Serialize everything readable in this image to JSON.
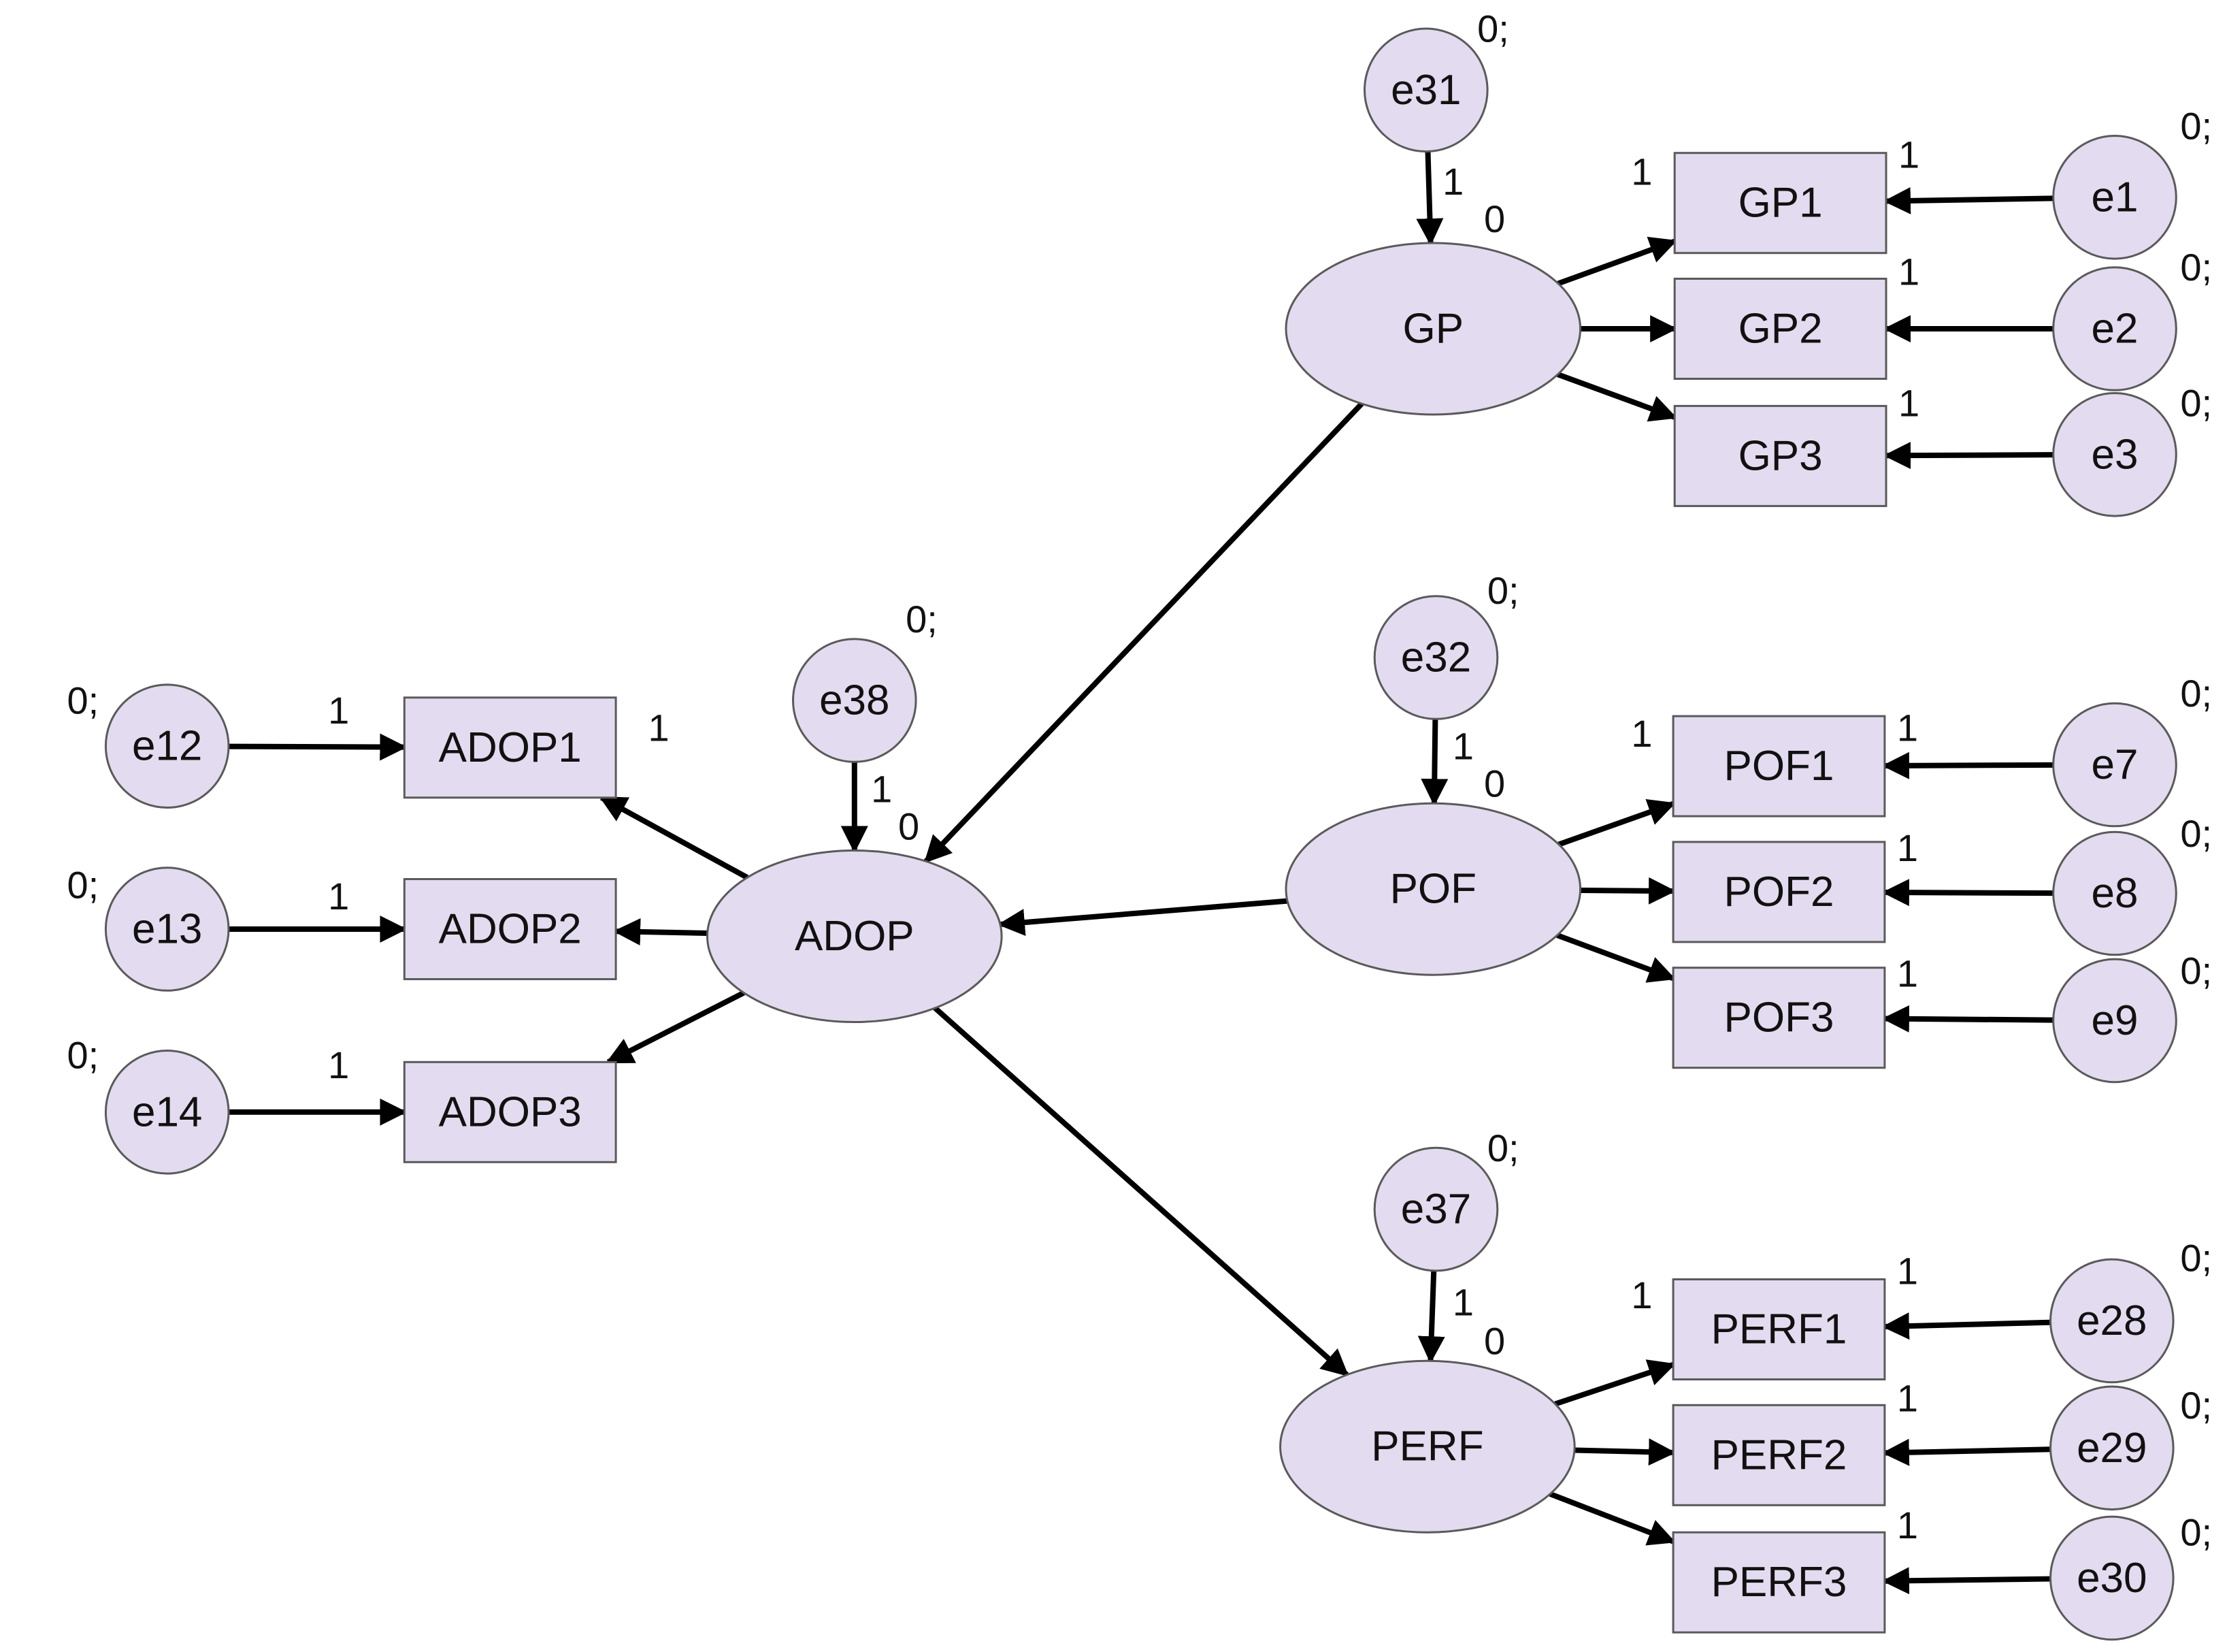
{
  "nodes": {
    "GP": "GP",
    "POF": "POF",
    "PERF": "PERF",
    "ADOP": "ADOP",
    "GP1": "GP1",
    "GP2": "GP2",
    "GP3": "GP3",
    "POF1": "POF1",
    "POF2": "POF2",
    "POF3": "POF3",
    "PERF1": "PERF1",
    "PERF2": "PERF2",
    "PERF3": "PERF3",
    "ADOP1": "ADOP1",
    "ADOP2": "ADOP2",
    "ADOP3": "ADOP3",
    "e1": "e1",
    "e2": "e2",
    "e3": "e3",
    "e7": "e7",
    "e8": "e8",
    "e9": "e9",
    "e28": "e28",
    "e29": "e29",
    "e30": "e30",
    "e12": "e12",
    "e13": "e13",
    "e14": "e14",
    "e31": "e31",
    "e32": "e32",
    "e37": "e37",
    "e38": "e38"
  },
  "edges": [
    {
      "from": "e31",
      "to": "GP"
    },
    {
      "from": "e32",
      "to": "POF"
    },
    {
      "from": "e37",
      "to": "PERF"
    },
    {
      "from": "e38",
      "to": "ADOP"
    },
    {
      "from": "GP",
      "to": "GP1"
    },
    {
      "from": "GP",
      "to": "GP2"
    },
    {
      "from": "GP",
      "to": "GP3"
    },
    {
      "from": "POF",
      "to": "POF1"
    },
    {
      "from": "POF",
      "to": "POF2"
    },
    {
      "from": "POF",
      "to": "POF3"
    },
    {
      "from": "PERF",
      "to": "PERF1"
    },
    {
      "from": "PERF",
      "to": "PERF2"
    },
    {
      "from": "PERF",
      "to": "PERF3"
    },
    {
      "from": "ADOP",
      "to": "ADOP1"
    },
    {
      "from": "ADOP",
      "to": "ADOP2"
    },
    {
      "from": "ADOP",
      "to": "ADOP3"
    },
    {
      "from": "e1",
      "to": "GP1"
    },
    {
      "from": "e2",
      "to": "GP2"
    },
    {
      "from": "e3",
      "to": "GP3"
    },
    {
      "from": "e7",
      "to": "POF1"
    },
    {
      "from": "e8",
      "to": "POF2"
    },
    {
      "from": "e9",
      "to": "POF3"
    },
    {
      "from": "e28",
      "to": "PERF1"
    },
    {
      "from": "e29",
      "to": "PERF2"
    },
    {
      "from": "e30",
      "to": "PERF3"
    },
    {
      "from": "e12",
      "to": "ADOP1"
    },
    {
      "from": "e13",
      "to": "ADOP2"
    },
    {
      "from": "e14",
      "to": "ADOP3"
    },
    {
      "from": "GP",
      "to": "ADOP"
    },
    {
      "from": "POF",
      "to": "ADOP"
    },
    {
      "from": "ADOP",
      "to": "PERF"
    }
  ],
  "labels": {
    "e31_var": "0;",
    "e31_w": "1",
    "GP_int": "0",
    "GP1_w": "1",
    "GP1_err": "1",
    "GP2_err": "1",
    "GP3_err": "1",
    "e1_var": "0;",
    "e2_var": "0;",
    "e3_var": "0;",
    "e32_var": "0;",
    "e32_w": "1",
    "POF_int": "0",
    "POF1_w": "1",
    "POF1_err": "1",
    "POF2_err": "1",
    "POF3_err": "1",
    "e7_var": "0;",
    "e8_var": "0;",
    "e9_var": "0;",
    "e37_var": "0;",
    "e37_w": "1",
    "PERF_int": "0",
    "PERF1_w": "1",
    "PERF1_err": "1",
    "PERF2_err": "1",
    "PERF3_err": "1",
    "e28_var": "0;",
    "e29_var": "0;",
    "e30_var": "0;",
    "e38_var": "0;",
    "e38_w": "1",
    "ADOP_int": "0",
    "ADOP1_w": "1",
    "e12_var": "0;",
    "e13_var": "0;",
    "e14_var": "0;",
    "e12_w": "1",
    "e13_w": "1",
    "e14_w": "1"
  },
  "colors": {
    "fill": "#e3dbef",
    "stroke": "#5a5a5a",
    "edge": "#000000"
  }
}
